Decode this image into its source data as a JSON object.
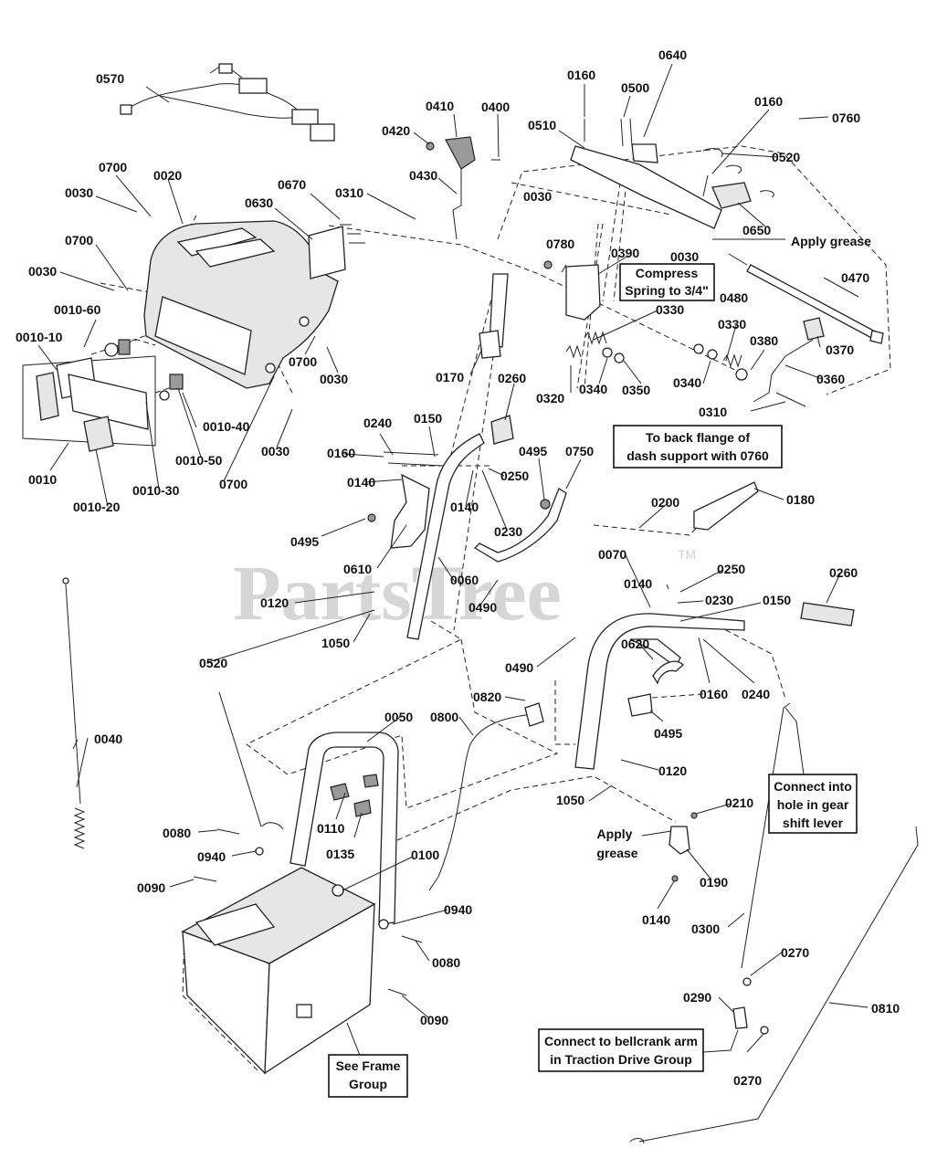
{
  "watermark": {
    "text": "PartsTree",
    "tm": "TM"
  },
  "labels": {
    "l0570": "0570",
    "l0160a": "0160",
    "l0640": "0640",
    "l0500": "0500",
    "l0410": "0410",
    "l0400": "0400",
    "l0420": "0420",
    "l0510": "0510",
    "l0160b": "0160",
    "l0760": "0760",
    "l0430": "0430",
    "l0520a": "0520",
    "l0700a": "0700",
    "l0020": "0020",
    "l0030a": "0030",
    "l0670": "0670",
    "l0310a": "0310",
    "l0630": "0630",
    "l0030b": "0030",
    "l0650": "0650",
    "l0700b": "0700",
    "l0030c": "0030",
    "l0030d": "0030",
    "l0780": "0780",
    "l0390": "0390",
    "l0480": "0480",
    "l0470": "0470",
    "l0010_60": "0010-60",
    "l0330a": "0330",
    "l0010_10": "0010-10",
    "l0700c": "0700",
    "l0330b": "0330",
    "l0380": "0380",
    "l0370": "0370",
    "l0030e": "0030",
    "l0170": "0170",
    "l0360": "0360",
    "l0260a": "0260",
    "l0320": "0320",
    "l0340a": "0340",
    "l0350": "0350",
    "l0340b": "0340",
    "l0310b": "0310",
    "l0010_40": "0010-40",
    "l0030f": "0030",
    "l0240a": "0240",
    "l0150a": "0150",
    "l0010_50": "0010-50",
    "l0495a": "0495",
    "l0750": "0750",
    "l0010": "0010",
    "l0700d": "0700",
    "l0160c": "0160",
    "l0010_30": "0010-30",
    "l0010_20": "0010-20",
    "l0140a": "0140",
    "l0250a": "0250",
    "l0140b": "0140",
    "l0230a": "0230",
    "l0200": "0200",
    "l0180": "0180",
    "l0495b": "0495",
    "l0070": "0070",
    "l0610": "0610",
    "l0060": "0060",
    "l0140c": "0140",
    "l0250b": "0250",
    "l0260b": "0260",
    "l0230b": "0230",
    "l0120a": "0120",
    "l0490a": "0490",
    "l0150b": "0150",
    "l1050a": "1050",
    "l0520b": "0520",
    "l0620": "0620",
    "l0490b": "0490",
    "l0160d": "0160",
    "l0240b": "0240",
    "l0820": "0820",
    "l0495c": "0495",
    "l0040": "0040",
    "l0050": "0050",
    "l0800": "0800",
    "l0120b": "0120",
    "l1050b": "1050",
    "l0110": "0110",
    "l0080a": "0080",
    "l0210": "0210",
    "l0940a": "0940",
    "l0135": "0135",
    "l0100": "0100",
    "l0190": "0190",
    "l0090a": "0090",
    "l0940b": "0940",
    "l0140d": "0140",
    "l0300": "0300",
    "l0080b": "0080",
    "l0270a": "0270",
    "l0290": "0290",
    "l0810": "0810",
    "l0090b": "0090",
    "l0270b": "0270"
  },
  "notes": {
    "compress1": "Compress",
    "compress2": "Spring to 3/4\"",
    "flange1": "To back flange of",
    "flange2": "dash support with 0760",
    "gear1": "Connect into",
    "gear2": "hole in gear",
    "gear3": "shift lever",
    "bell1": "Connect to bellcrank arm",
    "bell2": "in Traction Drive Group",
    "frame1": "See Frame",
    "frame2": "Group",
    "grease_top": "Apply grease",
    "grease1": "Apply",
    "grease2": "grease"
  }
}
